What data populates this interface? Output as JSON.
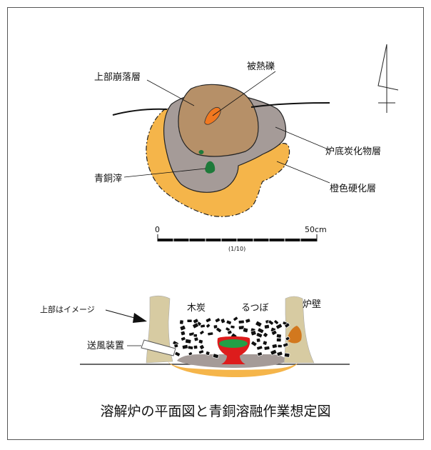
{
  "plan": {
    "labels": {
      "collapse_layer": "上部崩落層",
      "heated_gravel": "被熱礫",
      "furnace_bottom_charcoal": "炉底炭化物層",
      "bronze_slag": "青銅滓",
      "orange_hardened": "橙色硬化層"
    },
    "scale": {
      "start": "0",
      "end": "50cm",
      "ratio": "(1/10)"
    }
  },
  "section": {
    "labels": {
      "top_is_image": "上部はイメージ",
      "charcoal": "木炭",
      "crucible": "るつぼ",
      "furnace_wall": "炉壁",
      "blower": "送風装置"
    }
  },
  "caption": "溶解炉の平面図と青銅溶融作業想定図",
  "colors": {
    "orange_layer": "#f5b54a",
    "gray_layer": "#a59b98",
    "brown_layer": "#b69068",
    "heated_gravel": "#f07820",
    "bronze_slag": "#1e7a3a",
    "crucible_red": "#dd1c1c",
    "crucible_green": "#22a046",
    "wall": "#d7cba2",
    "wall_orange": "#d2781e"
  }
}
